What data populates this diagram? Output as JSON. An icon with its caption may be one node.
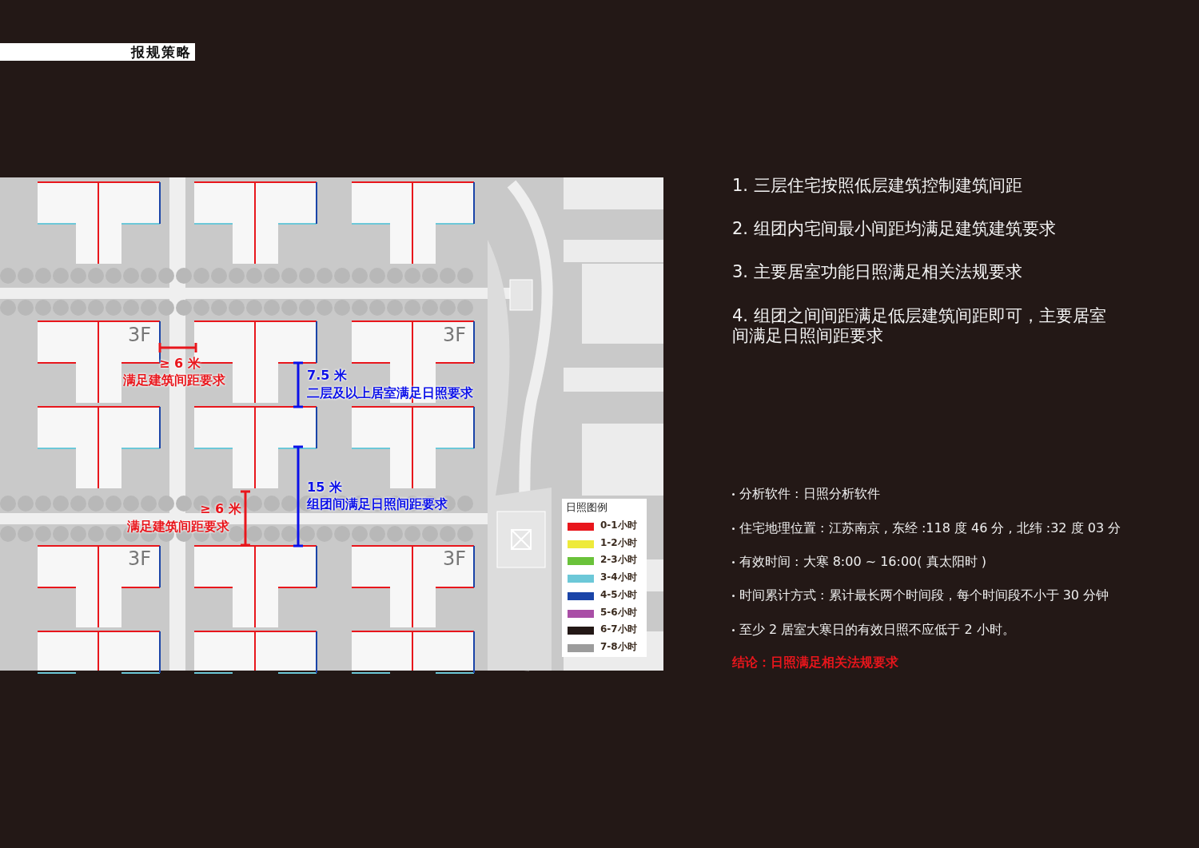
{
  "diagram": {
    "labels": [
      "报规策略",
      "1. 三层住宅按照低层建筑控制建筑间距",
      "2. 组团内宅间最小间距均满足建筑建筑要求",
      "3. 主要居室功能日照满足相关法规要求",
      "4. 组团之间间距满足低层建筑间距即可，主要居室间满足日照间距要求",
      "3F",
      "3F",
      "3F",
      "3F",
      "≥ 6 米",
      "满足建筑间距要求",
      "7.5 米",
      "二层及以上居室满足日照要求",
      "15 米",
      "≥ 6 米",
      "组团间满足日照间距要求",
      "满足建筑间距要求",
      "日照图例",
      "分析软件 : 日照分析软件",
      "住宅地理位置 : 江苏南京 , 东经 :118 度 46 分 , 北纬 :32 度 03 分",
      "有效时间 : 大寒 8:00 ~ 16:00( 真太阳时 )",
      "时间累计方式 : 累计最长两个时间段，每个时间段不小于 30 分钟",
      "至少 2 居室大寒日的有效日照不应低于 2 小时。",
      "结论：日照满足相关法规要求"
    ],
    "legend": [
      {
        "text": "0-1小时",
        "color": "#e8161c"
      },
      {
        "text": "1-2小时",
        "color": "#eeea3a"
      },
      {
        "text": "2-3小时",
        "color": "#6ac23a"
      },
      {
        "text": "3-4小时",
        "color": "#6cc8d8"
      },
      {
        "text": "4-5小时",
        "color": "#1a44a8"
      },
      {
        "text": "5-6小时",
        "color": "#a94ea6"
      },
      {
        "text": "6-7小时",
        "color": "#231816"
      },
      {
        "text": "7-8小时",
        "color": "#9c9c9c"
      }
    ]
  }
}
